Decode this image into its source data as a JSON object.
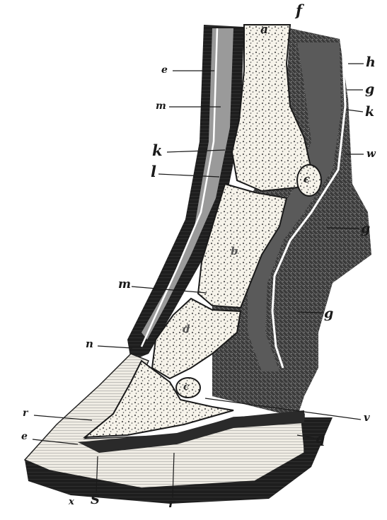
{
  "figure": {
    "labels": {
      "a": "a",
      "f": "f",
      "h": "h",
      "e_top": "e",
      "g_1": "g",
      "m_top": "m",
      "k_top": "k",
      "w": "w",
      "k_left": "k",
      "l": "l",
      "c_1": "c",
      "b": "b",
      "g_2": "g",
      "m_mid": "m",
      "g_3": "g",
      "n": "n",
      "d": "d",
      "c_2": "c",
      "v": "v",
      "r": "r",
      "e_bottom": "e",
      "q": "q",
      "x": "x",
      "s": "S",
      "t": "r"
    }
  }
}
